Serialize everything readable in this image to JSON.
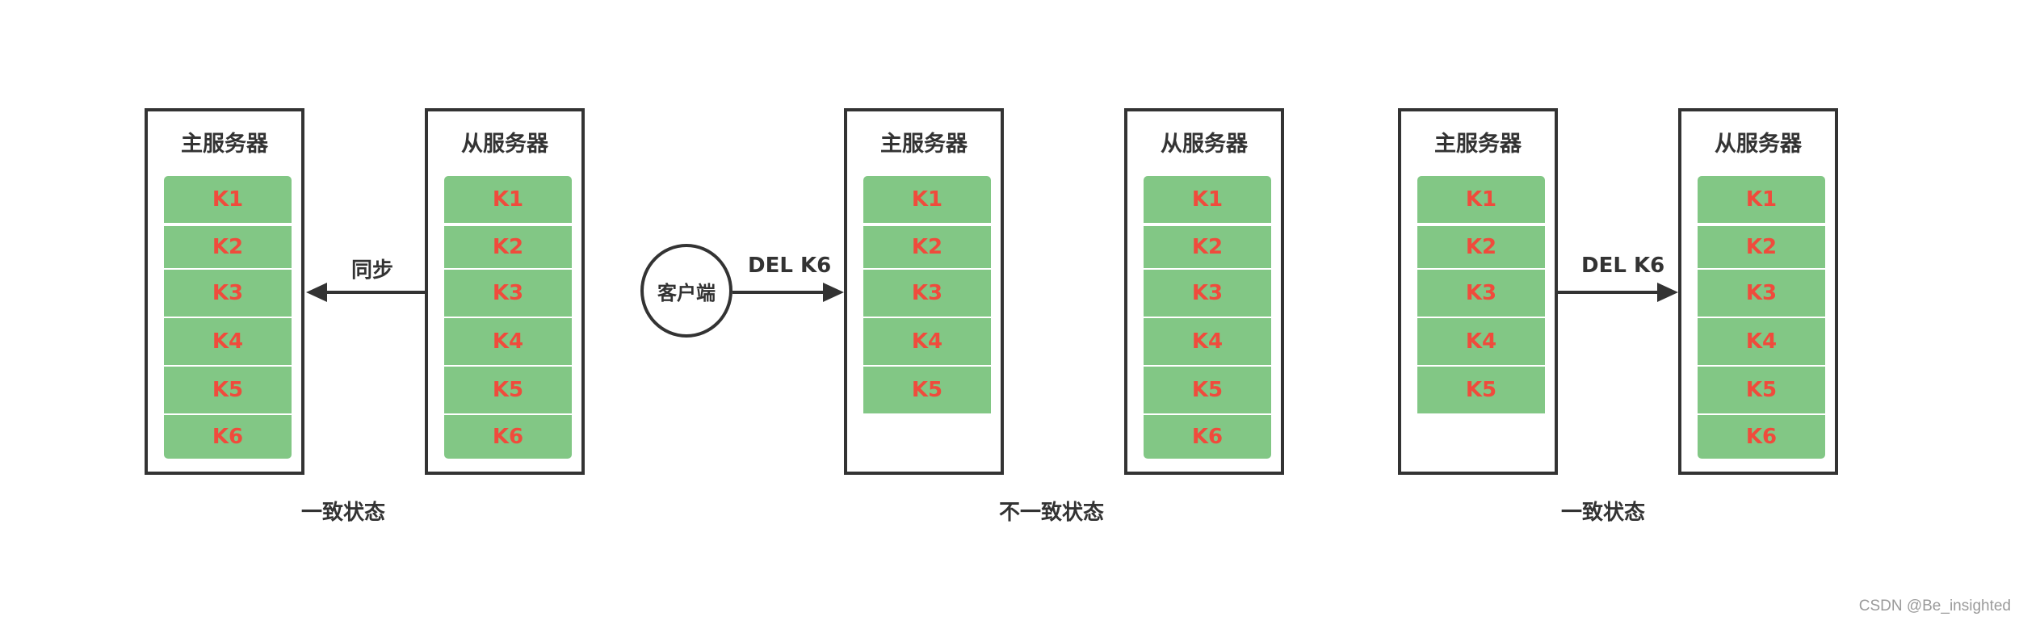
{
  "panels": [
    {
      "state_label": "一致状态",
      "arrow_label": "同步",
      "servers": [
        {
          "title": "主服务器",
          "keys": [
            "K1",
            "K2",
            "K3",
            "K4",
            "K5",
            "K6"
          ]
        },
        {
          "title": "从服务器",
          "keys": [
            "K1",
            "K2",
            "K3",
            "K4",
            "K5",
            "K6"
          ]
        }
      ]
    },
    {
      "state_label": "不一致状态",
      "client_label": "客户端",
      "arrow_label": "DEL K6",
      "servers": [
        {
          "title": "主服务器",
          "keys": [
            "K1",
            "K2",
            "K3",
            "K4",
            "K5"
          ]
        },
        {
          "title": "从服务器",
          "keys": [
            "K1",
            "K2",
            "K3",
            "K4",
            "K5",
            "K6"
          ]
        }
      ]
    },
    {
      "state_label": "一致状态",
      "arrow_label": "DEL K6",
      "servers": [
        {
          "title": "主服务器",
          "keys": [
            "K1",
            "K2",
            "K3",
            "K4",
            "K5"
          ]
        },
        {
          "title": "从服务器",
          "keys": [
            "K1",
            "K2",
            "K3",
            "K4",
            "K5",
            "K6"
          ]
        }
      ]
    }
  ],
  "watermark": "CSDN @Be_insighted",
  "colors": {
    "key_fill": "#82c785",
    "key_text": "#f04b3c",
    "stroke": "#333333"
  }
}
